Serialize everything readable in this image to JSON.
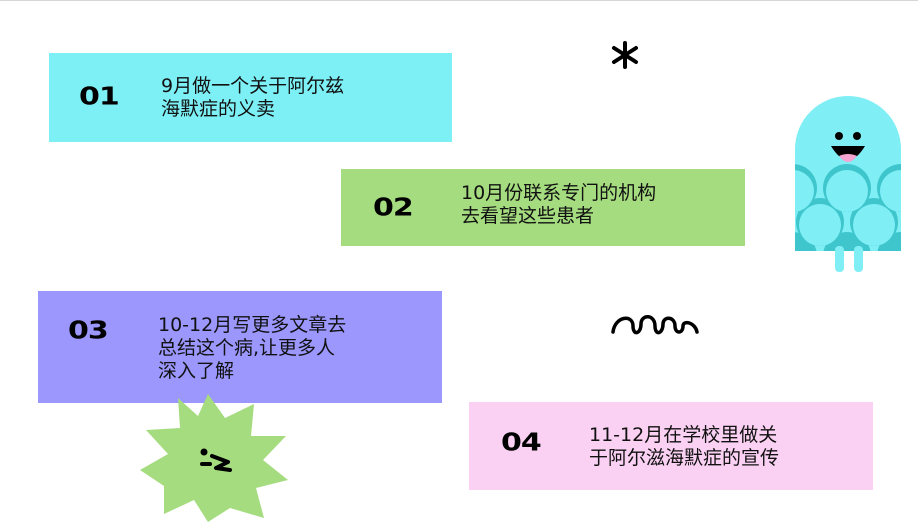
{
  "steps": [
    {
      "number": "01",
      "lines": [
        "9月做一个关于阿尔兹",
        "海默症的义卖"
      ],
      "color": "#7df0f6"
    },
    {
      "number": "02",
      "lines": [
        "10月份联系专门的机构",
        "去看望这些患者"
      ],
      "color": "#a5dc7f"
    },
    {
      "number": "03",
      "lines": [
        "10-12月写更多文章去",
        "总结这个病,让更多人",
        "深入了解"
      ],
      "color": "#9b97fd"
    },
    {
      "number": "04",
      "lines": [
        "11-12月在学校里做关",
        "于阿尔滋海默症的宣传"
      ],
      "color": "#fbd1f3"
    }
  ],
  "decorations": {
    "asterisk_color": "#000000",
    "ghost_color": "#7feff5",
    "ghost_scale_color": "#3fc6cd",
    "ghost_mouth_color": "#f7a4d3",
    "spiky_color": "#a5dc7f"
  }
}
